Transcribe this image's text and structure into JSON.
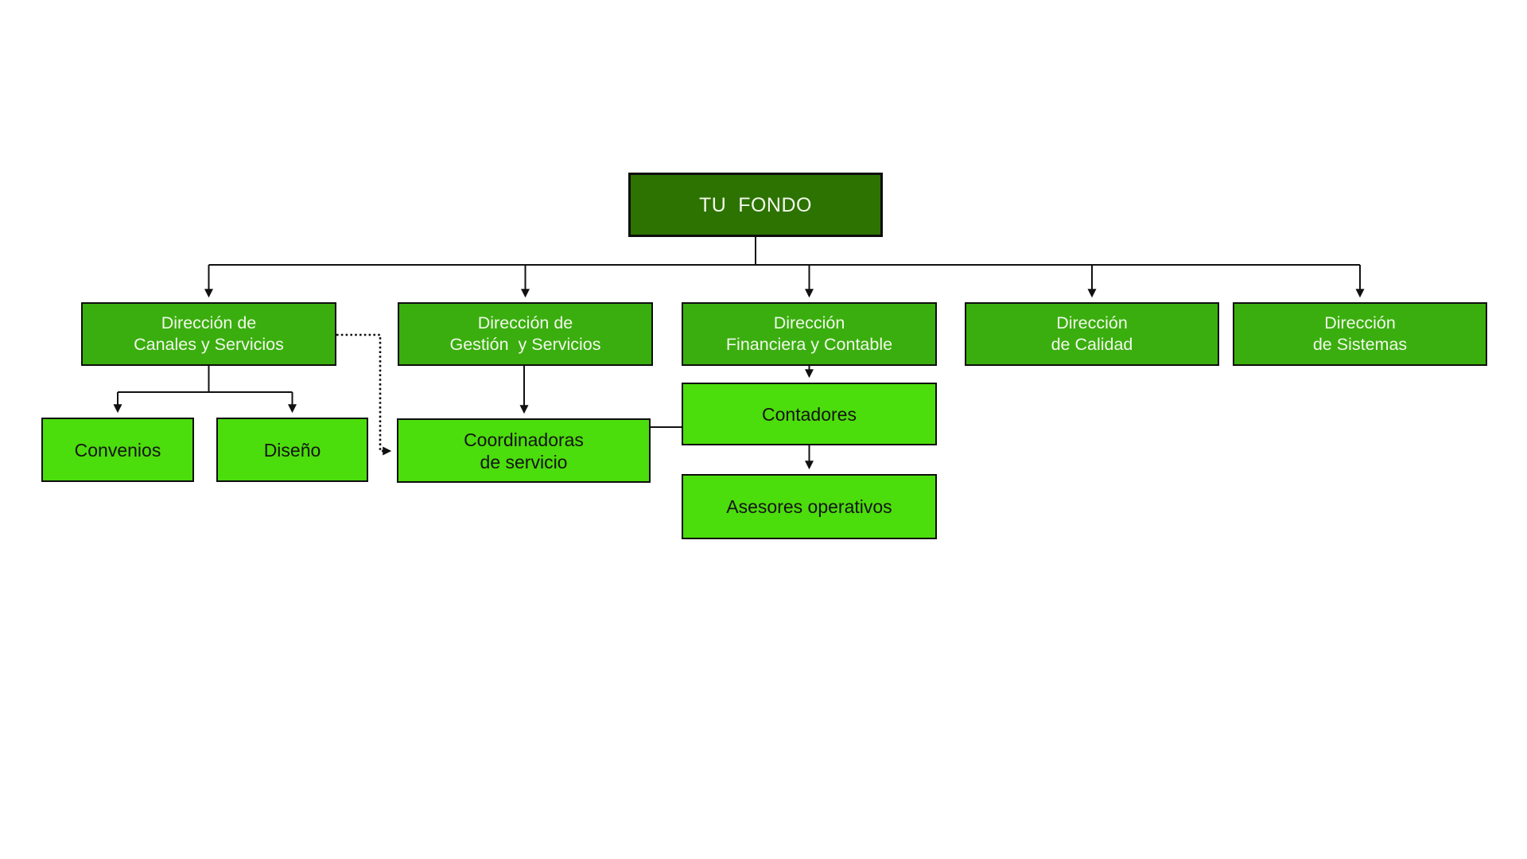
{
  "diagram": {
    "type": "org-chart",
    "root_label": "TU  FONDO",
    "nodes": {
      "tu_fondo": {
        "line1": "TU  FONDO"
      },
      "canales": {
        "line1": "Dirección de",
        "line2": "Canales y Servicios"
      },
      "gestion": {
        "line1": "Dirección de",
        "line2": "Gestión  y Servicios"
      },
      "financiera": {
        "line1": "Dirección",
        "line2": "Financiera y Contable"
      },
      "calidad": {
        "line1": "Dirección",
        "line2": "de Calidad"
      },
      "sistemas": {
        "line1": "Dirección",
        "line2": "de Sistemas"
      },
      "convenios": {
        "line1": "Convenios"
      },
      "diseno": {
        "line1": "Diseño"
      },
      "coordinadoras": {
        "line1": "Coordinadoras",
        "line2": "de servicio"
      },
      "contadores": {
        "line1": "Contadores"
      },
      "asesores": {
        "line1": "Asesores operativos"
      }
    },
    "colors": {
      "root_fill": "#2d7301",
      "level2_fill": "#3aae0e",
      "level3_fill": "#4cdd0c",
      "line": "#111111",
      "border": "#0d0d0d",
      "root_text": "#f3f8ec",
      "level3_text": "#141414",
      "background": "#ffffff"
    }
  }
}
